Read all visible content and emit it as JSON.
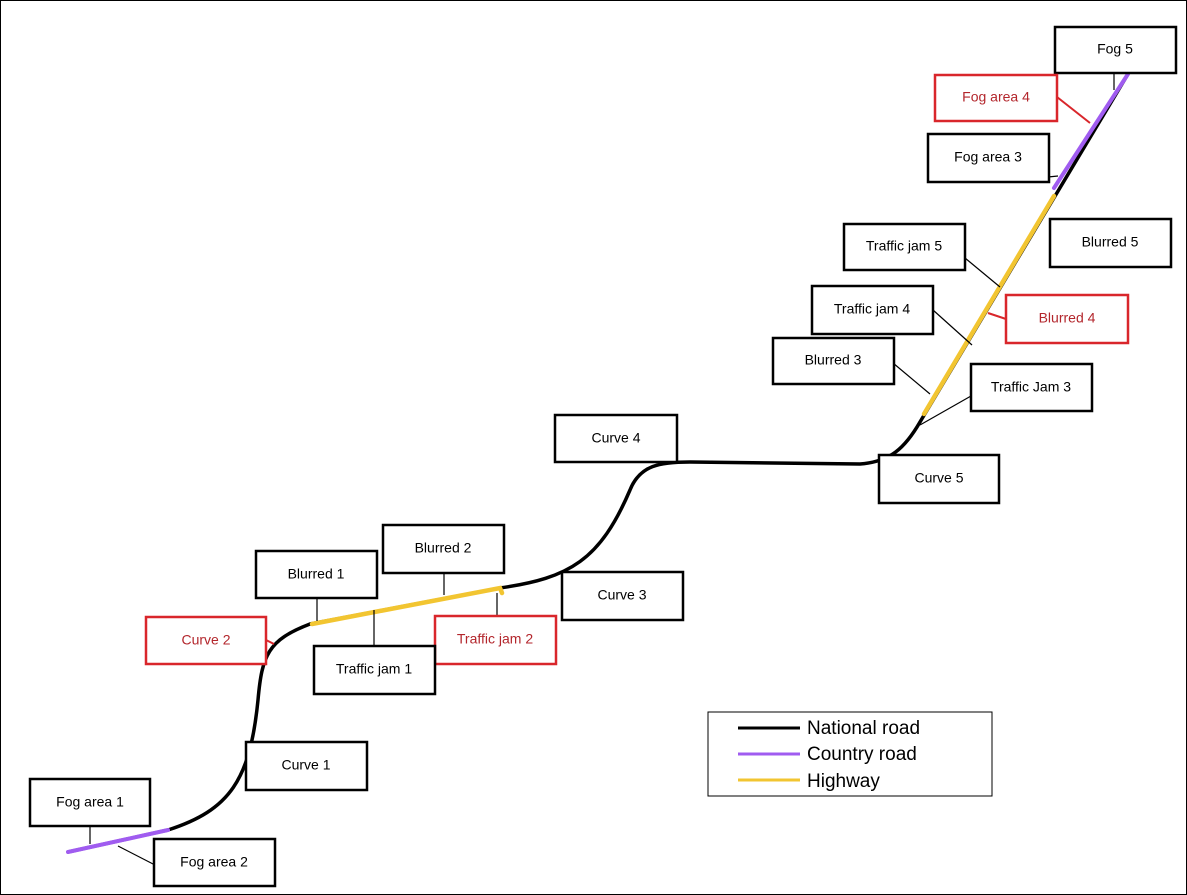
{
  "labels": {
    "fog5": "Fog 5",
    "fog_area_4": "Fog area 4",
    "fog_area_3": "Fog area 3",
    "traffic_jam_5": "Traffic jam 5",
    "blurred_5": "Blurred 5",
    "traffic_jam_4": "Traffic jam 4",
    "blurred_4": "Blurred 4",
    "blurred_3": "Blurred 3",
    "traffic_jam_3": "Traffic Jam 3",
    "curve_4": "Curve 4",
    "curve_5": "Curve 5",
    "blurred_2": "Blurred 2",
    "blurred_1": "Blurred 1",
    "curve_3": "Curve 3",
    "curve_2": "Curve 2",
    "traffic_jam_2": "Traffic jam 2",
    "traffic_jam_1": "Traffic jam 1",
    "curve_1": "Curve 1",
    "fog_area_1": "Fog area 1",
    "fog_area_2": "Fog area 2"
  },
  "legend": {
    "national_road": "National road",
    "country_road": "Country road",
    "highway": "Highway"
  },
  "colors": {
    "national_road": "#000000",
    "country_road": "#a05cf0",
    "highway": "#f2c531",
    "highlight_border": "#d9262b",
    "highlight_text": "#b3262c",
    "normal_border": "#000000",
    "normal_text": "#000000"
  }
}
